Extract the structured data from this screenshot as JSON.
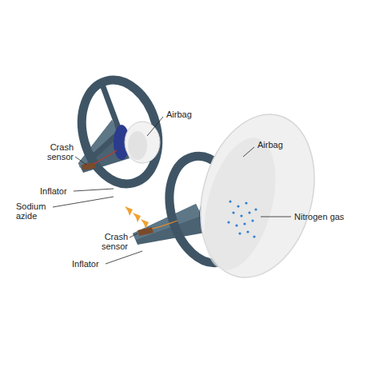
{
  "diagram": {
    "labels": [
      "Airbag",
      "Airbag",
      "Crash sensor",
      "Inflator",
      "Sodium azide",
      "Nitrogen gas",
      "Crash sensor",
      "Inflator"
    ]
  }
}
